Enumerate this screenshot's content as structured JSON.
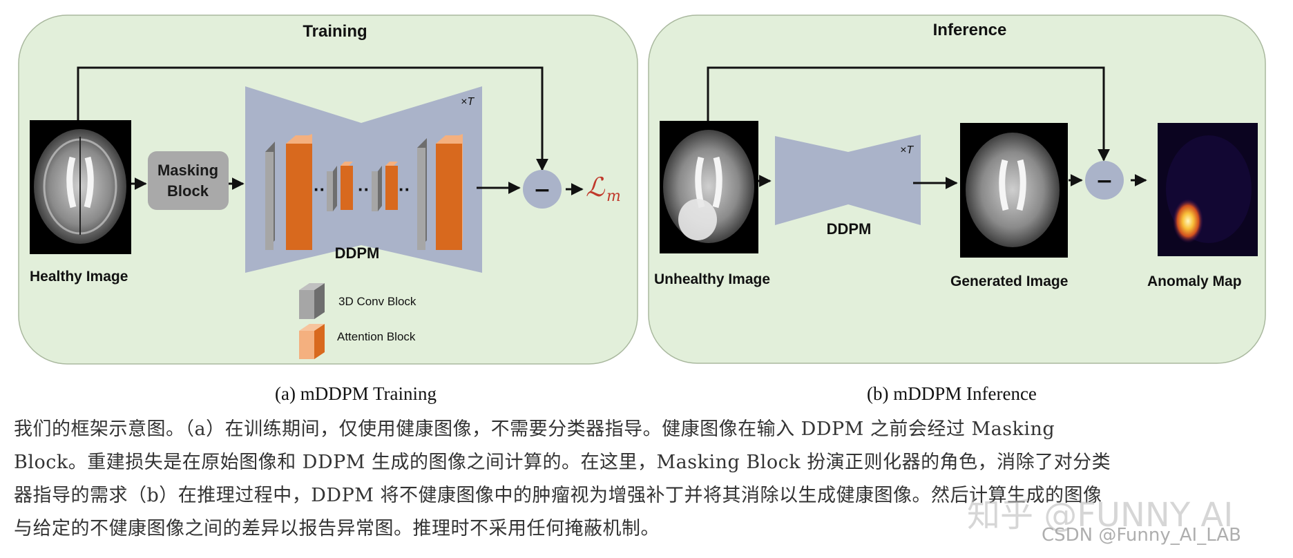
{
  "training": {
    "title": "Training",
    "healthy_label": "Healthy Image",
    "masking_line1": "Masking",
    "masking_line2": "Block",
    "ddpm_label": "DDPM",
    "times_t": "×T",
    "dots": "··",
    "minus": "−",
    "loss_symbol": "ℒ",
    "loss_sub": "m",
    "legend": {
      "conv": "3D Conv Block",
      "attention": "Attention Block"
    }
  },
  "inference": {
    "title": "Inference",
    "unhealthy_label": "Unhealthy Image",
    "ddpm_label": "DDPM",
    "times_t": "×T",
    "generated_label": "Generated Image",
    "anomaly_label": "Anomaly Map",
    "minus": "−"
  },
  "captions": {
    "a": "(a) mDDPM Training",
    "b": "(b) mDDPM Inference"
  },
  "paragraph": [
    "我们的框架示意图。（a）在训练期间，仅使用健康图像，不需要分类器指导。健康图像在输入 DDPM 之前会经过 Masking",
    "Block。重建损失是在原始图像和 DDPM 生成的图像之间计算的。在这里，Masking Block 扮演正则化器的角色，消除了对分类",
    "器指导的需求（b）在推理过程中，DDPM 将不健康图像中的肿瘤视为增强补丁并将其消除以生成健康图像。然后计算生成的图像",
    "与给定的不健康图像之间的差异以报告异常图。推理时不采用任何掩蔽机制。"
  ],
  "watermarks": {
    "zhihu": "知乎 @FUNNY AI",
    "csdn": "CSDN @Funny_AI_LAB"
  },
  "colors": {
    "panel_fill": "#e2efda",
    "panel_stroke": "#a9b89e",
    "ddpm_fill": "#aab3c9",
    "conv_front": "#a6a6a6",
    "conv_side": "#6e6e6e",
    "attn_front": "#d8691e",
    "attn_side": "#f4b07f",
    "minus_fill": "#aab3c9",
    "loss_color": "#c0392b"
  }
}
